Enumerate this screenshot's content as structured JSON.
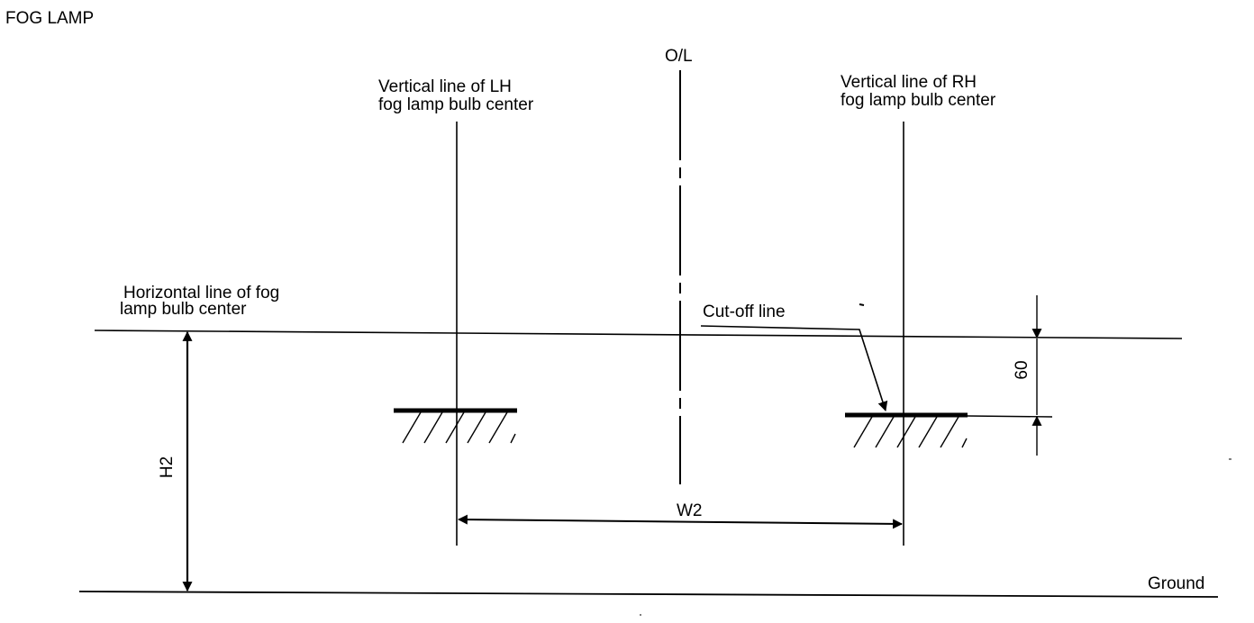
{
  "title": "FOG LAMP",
  "labels": {
    "ol": "O/L",
    "lh_line_1": "Vertical line of LH",
    "lh_line_2": "fog lamp bulb center",
    "rh_line_1": "Vertical line of RH",
    "rh_line_2": "fog lamp bulb center",
    "horizontal_line_1": "Horizontal line of fog",
    "horizontal_line_2": "lamp bulb center",
    "cutoff": "Cut-off line",
    "dim_60": "60",
    "dim_h2": "H2",
    "dim_w2": "W2",
    "ground": "Ground"
  }
}
